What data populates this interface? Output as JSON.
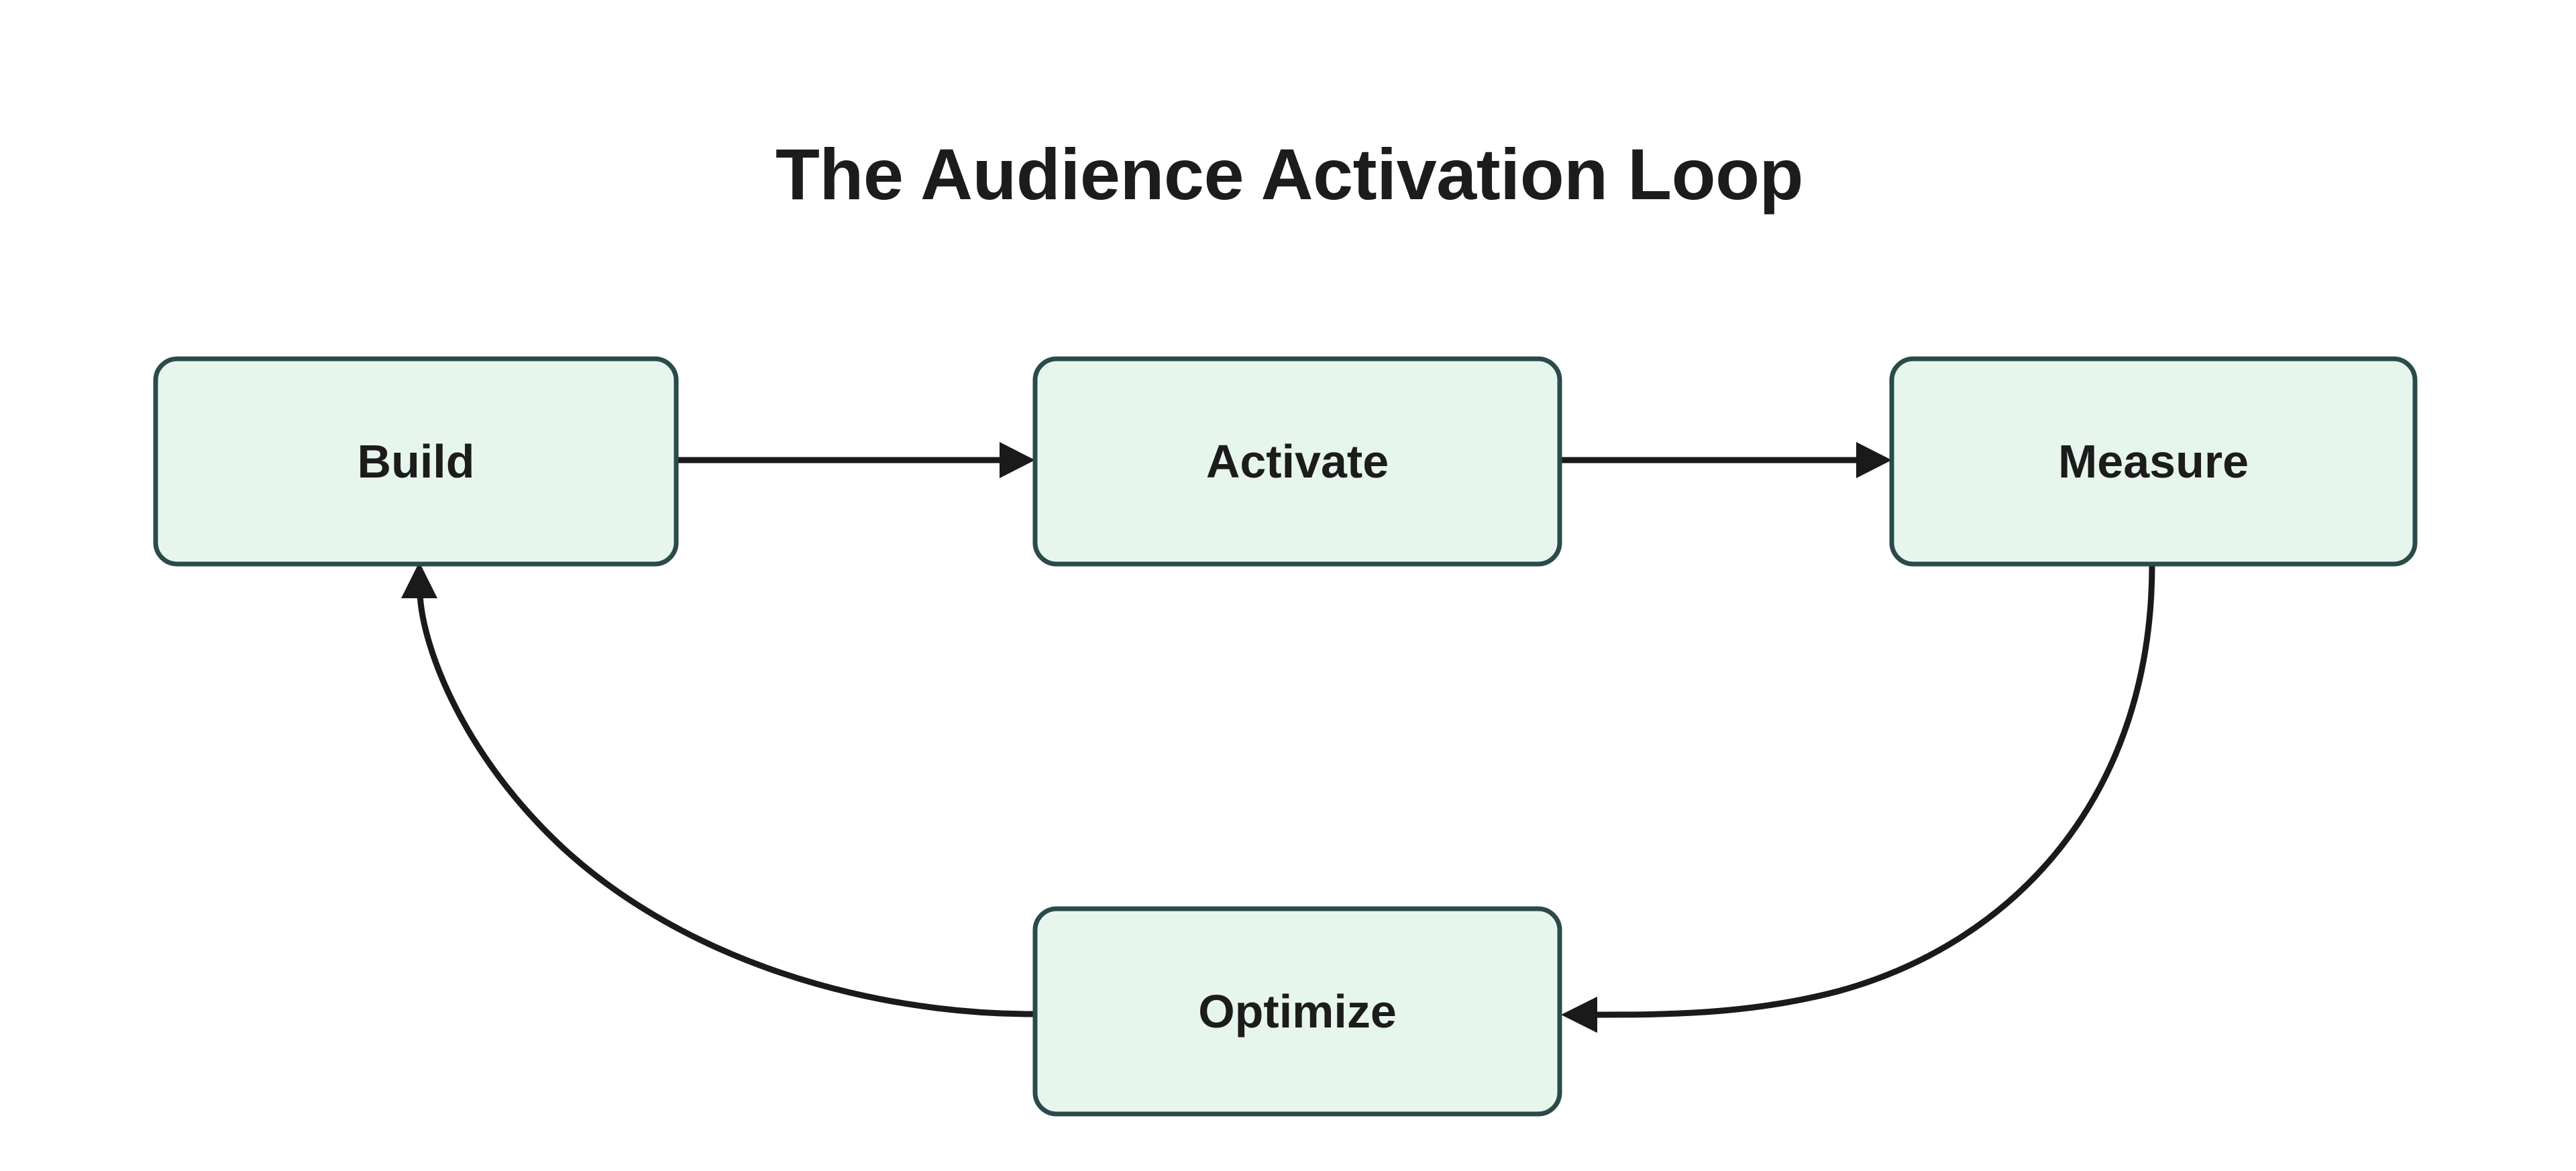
{
  "diagram": {
    "title": "The Audience Activation Loop",
    "background_color": "#ffffff",
    "node_fill_color": "#e7f6ed",
    "node_border_color": "#2b4a4a",
    "edge_color": "#1a1a1a",
    "text_color": "#1c1c1c",
    "type": "cycle-flowchart",
    "nodes": [
      {
        "id": "build",
        "label": "Build"
      },
      {
        "id": "activate",
        "label": "Activate"
      },
      {
        "id": "measure",
        "label": "Measure"
      },
      {
        "id": "optimize",
        "label": "Optimize"
      }
    ],
    "edges": [
      {
        "from": "Build",
        "to": "Activate",
        "style": "straight",
        "direction": "right"
      },
      {
        "from": "Activate",
        "to": "Measure",
        "style": "straight",
        "direction": "right"
      },
      {
        "from": "Measure",
        "to": "Optimize",
        "style": "curved",
        "direction": "left"
      },
      {
        "from": "Optimize",
        "to": "Build",
        "style": "curved",
        "direction": "up"
      }
    ]
  }
}
